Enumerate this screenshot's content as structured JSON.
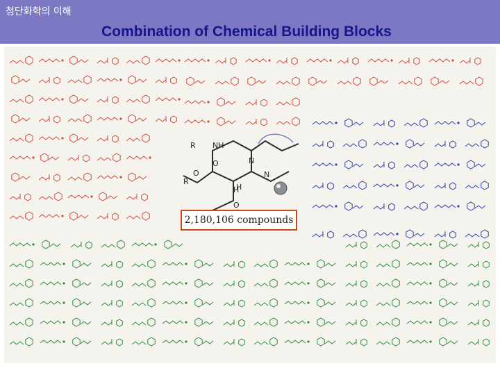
{
  "slide": {
    "course_title": "첨단화학의 이해",
    "title": "Combination of Chemical Building Blocks",
    "compound_count": "2,180,106 compounds"
  },
  "figure": {
    "scaffold_labels": [
      "R",
      "NH",
      "H",
      "R",
      "N",
      "N",
      "O",
      "O",
      "O",
      "H"
    ],
    "colors": {
      "header": "#7d78c4",
      "title": "#16168c",
      "amine_blocks": "#d14a3a",
      "alkyne_blocks": "#2e3fa6",
      "acid_blocks": "#2f8a3a",
      "scaffold": "#2a2a2a",
      "caption_border": "#c84a1e"
    }
  }
}
